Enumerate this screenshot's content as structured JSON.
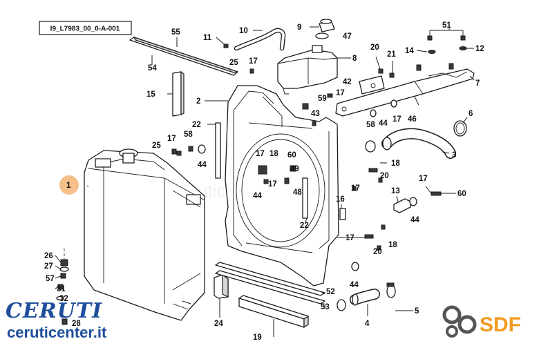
{
  "drawing_code": "I9_L7983_00_0-A-001",
  "highlight_color": "#f5c08a",
  "brand": {
    "ceruti_logo": "CERUTI",
    "ceruti_site": "ceruticenter.it",
    "sdf_logo": "SDF",
    "ceruti_color": "#1f4e9a",
    "sdf_color": "#f39a1e"
  },
  "callouts": [
    {
      "id": "c1",
      "label": "1",
      "highlight": true
    },
    {
      "id": "c2",
      "label": "2"
    },
    {
      "id": "c3",
      "label": "3"
    },
    {
      "id": "c4",
      "label": "4"
    },
    {
      "id": "c5",
      "label": "5"
    },
    {
      "id": "c6",
      "label": "6"
    },
    {
      "id": "c7",
      "label": "7"
    },
    {
      "id": "c8",
      "label": "8"
    },
    {
      "id": "c9",
      "label": "9"
    },
    {
      "id": "c10",
      "label": "10"
    },
    {
      "id": "c11",
      "label": "11"
    },
    {
      "id": "c12",
      "label": "12"
    },
    {
      "id": "c13",
      "label": "13"
    },
    {
      "id": "c14",
      "label": "14"
    },
    {
      "id": "c15",
      "label": "15"
    },
    {
      "id": "c16",
      "label": "16"
    },
    {
      "id": "c17a",
      "label": "17"
    },
    {
      "id": "c17b",
      "label": "17"
    },
    {
      "id": "c17c",
      "label": "17"
    },
    {
      "id": "c17d",
      "label": "17"
    },
    {
      "id": "c17e",
      "label": "17"
    },
    {
      "id": "c17f",
      "label": "17"
    },
    {
      "id": "c17g",
      "label": "17"
    },
    {
      "id": "c17h",
      "label": "17"
    },
    {
      "id": "c17i",
      "label": "17"
    },
    {
      "id": "c18a",
      "label": "18"
    },
    {
      "id": "c18b",
      "label": "18"
    },
    {
      "id": "c18c",
      "label": "18"
    },
    {
      "id": "c19",
      "label": "19"
    },
    {
      "id": "c20a",
      "label": "20"
    },
    {
      "id": "c20b",
      "label": "20"
    },
    {
      "id": "c20c",
      "label": "20"
    },
    {
      "id": "c21",
      "label": "21"
    },
    {
      "id": "c22a",
      "label": "22"
    },
    {
      "id": "c22b",
      "label": "22"
    },
    {
      "id": "c24",
      "label": "24"
    },
    {
      "id": "c25a",
      "label": "25"
    },
    {
      "id": "c25b",
      "label": "25"
    },
    {
      "id": "c26",
      "label": "26"
    },
    {
      "id": "c27",
      "label": "27"
    },
    {
      "id": "c28",
      "label": "28"
    },
    {
      "id": "c31",
      "label": "31"
    },
    {
      "id": "c32",
      "label": "32"
    },
    {
      "id": "c42",
      "label": "42"
    },
    {
      "id": "c43",
      "label": "43"
    },
    {
      "id": "c44a",
      "label": "44"
    },
    {
      "id": "c44b",
      "label": "44"
    },
    {
      "id": "c44c",
      "label": "44"
    },
    {
      "id": "c44d",
      "label": "44"
    },
    {
      "id": "c44e",
      "label": "44"
    },
    {
      "id": "c46",
      "label": "46"
    },
    {
      "id": "c47",
      "label": "47"
    },
    {
      "id": "c48",
      "label": "48"
    },
    {
      "id": "c49",
      "label": "49"
    },
    {
      "id": "c51",
      "label": "51"
    },
    {
      "id": "c52",
      "label": "52"
    },
    {
      "id": "c53",
      "label": "53"
    },
    {
      "id": "c54",
      "label": "54"
    },
    {
      "id": "c55",
      "label": "55"
    },
    {
      "id": "c57",
      "label": "57"
    },
    {
      "id": "c58a",
      "label": "58"
    },
    {
      "id": "c58b",
      "label": "58"
    },
    {
      "id": "c59",
      "label": "59"
    },
    {
      "id": "c60a",
      "label": "60"
    },
    {
      "id": "c60b",
      "label": "60"
    }
  ]
}
